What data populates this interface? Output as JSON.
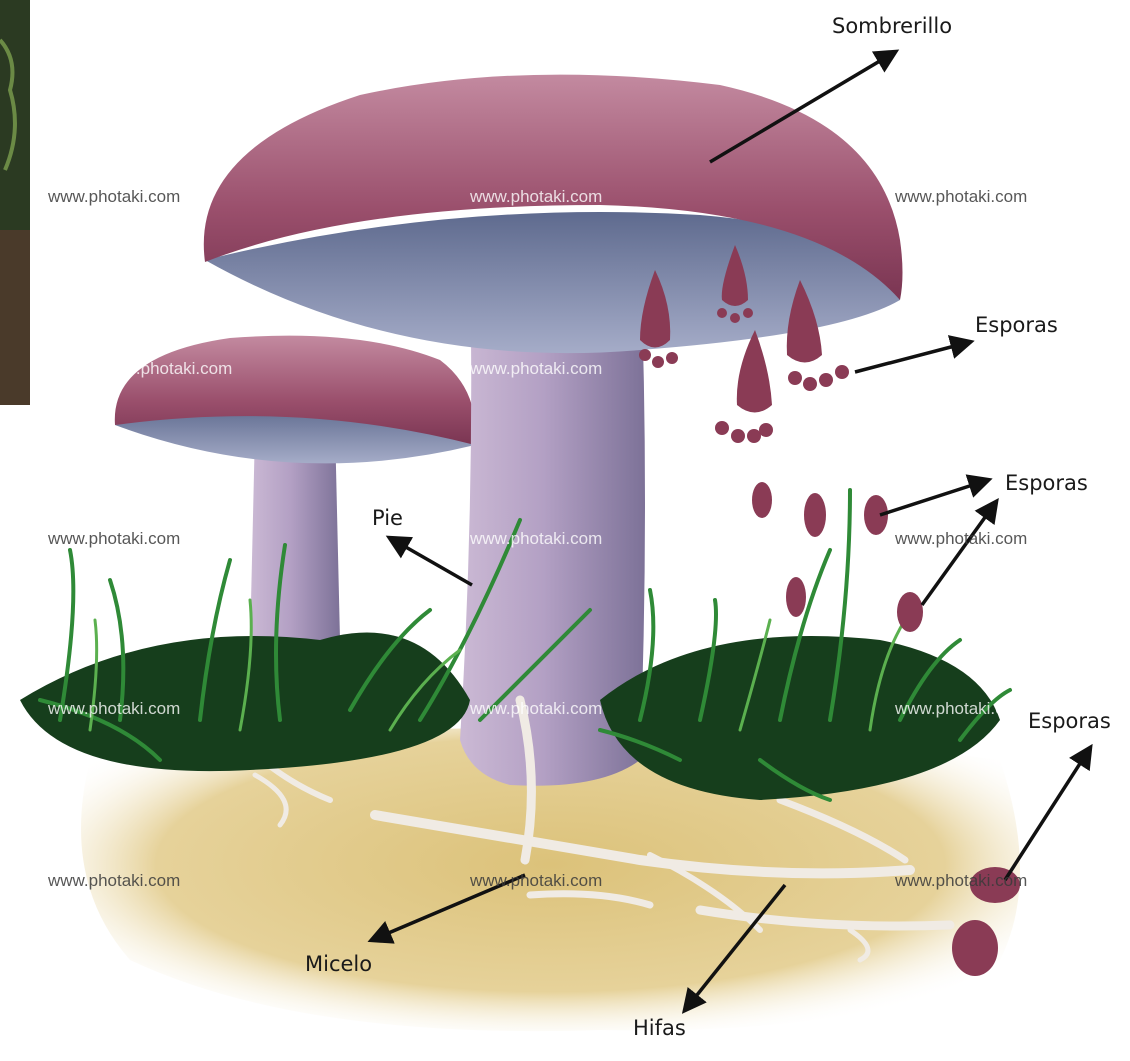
{
  "labels": {
    "sombrerillo": "Sombrerillo",
    "esporas_1": "Esporas",
    "esporas_2": "Esporas",
    "esporas_3": "Esporas",
    "pie": "Pie",
    "micelo": "Micelo",
    "hifas": "Hifas"
  },
  "watermark": "www.photaki.com",
  "colors": {
    "cap": "#9a4f6c",
    "gills": "#8088a8",
    "stem": "#b7a4c4",
    "soil": "#d9c07a",
    "grass": "#1f6b2a",
    "hyphae": "#f1ece6",
    "spore": "#8a3b55"
  }
}
